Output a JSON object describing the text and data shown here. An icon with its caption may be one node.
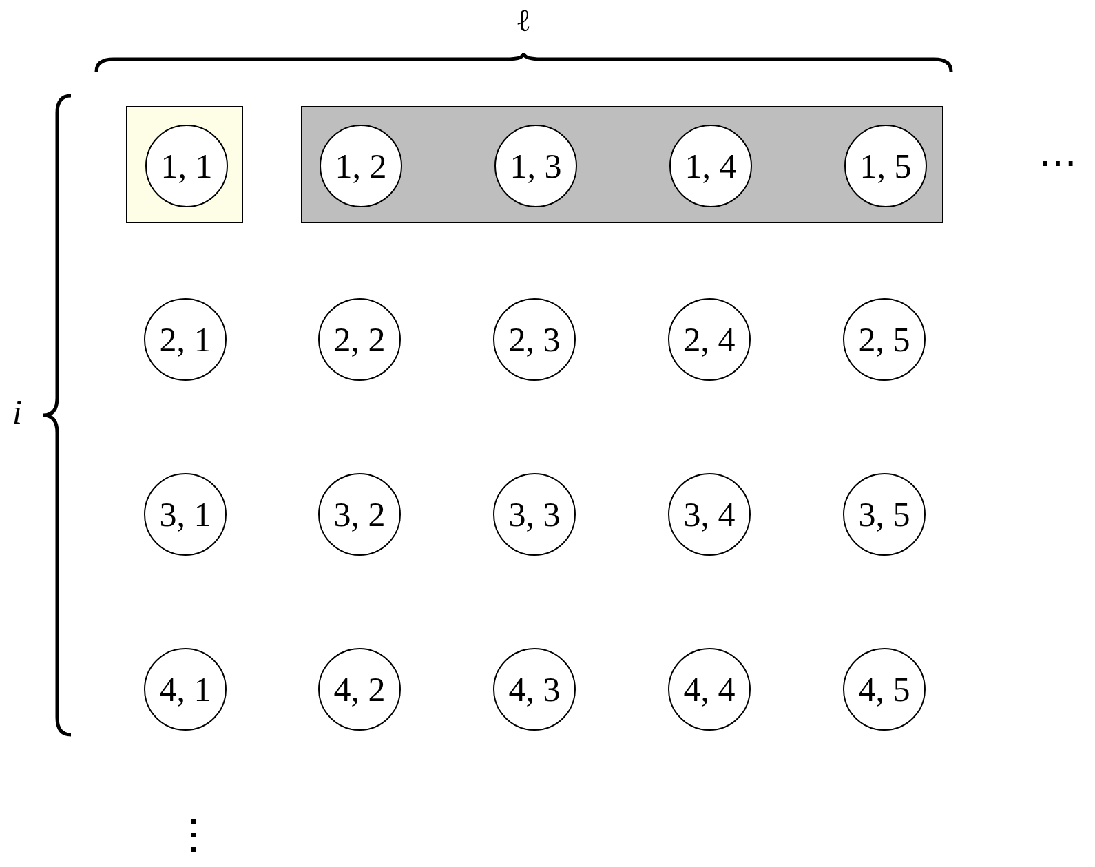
{
  "diagram": {
    "nodes": [
      {
        "text": [],
        "shape": "box"
      },
      {
        "text": [
          "1, 1"
        ],
        "in": 0
      },
      {
        "text": [],
        "shape": "box"
      },
      {
        "text": [
          "1, 2"
        ],
        "in": 2
      },
      {
        "text": [
          "1, 3"
        ],
        "in": 2
      },
      {
        "text": [
          "1, 4"
        ],
        "in": 2
      },
      {
        "text": [
          "1, 5"
        ],
        "in": 2
      },
      {
        "text": [
          "2, 1"
        ]
      },
      {
        "text": [
          "2, 2"
        ]
      },
      {
        "text": [
          "2, 3"
        ]
      },
      {
        "text": [
          "2, 4"
        ]
      },
      {
        "text": [
          "2, 5"
        ]
      },
      {
        "text": [
          "3, 1"
        ]
      },
      {
        "text": [
          "3, 2"
        ]
      },
      {
        "text": [
          "3, 3"
        ]
      },
      {
        "text": [
          "3, 4"
        ]
      },
      {
        "text": [
          "3, 5"
        ]
      },
      {
        "text": [
          "4, 1"
        ]
      },
      {
        "text": [
          "4, 2"
        ]
      },
      {
        "text": [
          "4, 3"
        ]
      },
      {
        "text": [
          "4, 4"
        ]
      },
      {
        "text": [
          "4, 5"
        ]
      }
    ],
    "edges": [],
    "labels": [
      "ℓ",
      "i",
      "⋯",
      "⋮"
    ]
  }
}
